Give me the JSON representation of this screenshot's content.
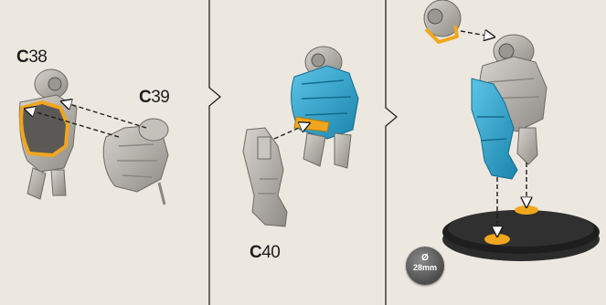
{
  "steps": [
    {
      "parts": [
        {
          "prefix": "C",
          "number": "38"
        },
        {
          "prefix": "C",
          "number": "39"
        }
      ]
    },
    {
      "parts": [
        {
          "prefix": "C",
          "number": "40"
        }
      ]
    },
    {
      "parts": []
    }
  ],
  "base_badge": {
    "symbol": "Ø",
    "size": "28mm"
  },
  "colors": {
    "background": "#ece8df",
    "miniature_grey": "#b9b6b0",
    "highlight_blue": "#2aa6cf",
    "glue_outline": "#f0a61e",
    "base_black": "#1e1e1e",
    "divider": "#222222"
  },
  "icons": [
    "dashed-arrow-icon",
    "panel-divider-chevron-icon",
    "base-size-badge-icon"
  ]
}
